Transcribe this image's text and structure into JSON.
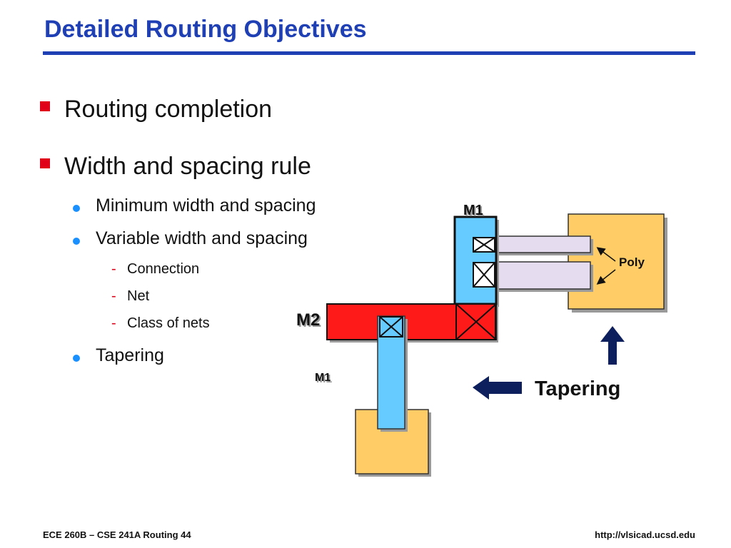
{
  "slide": {
    "title": "Detailed Routing Objectives",
    "bullets": [
      "Routing completion",
      "Width and spacing rule"
    ],
    "sub_bullets": [
      "Minimum width and spacing",
      "Variable width and spacing",
      "Tapering"
    ],
    "sub_sub_bullets": [
      "Connection",
      "Net",
      "Class of nets"
    ],
    "sub_sub_marker": "-"
  },
  "diagram": {
    "labels": {
      "m1_top": "M1",
      "m2": "M2",
      "m1_bottom": "M1",
      "poly": "Poly",
      "tapering": "Tapering"
    },
    "colors": {
      "metal1": "#66ccff",
      "metal2": "#ff1a1a",
      "poly_pad": "#ffcc66",
      "poly_wire": "#e6dcf0",
      "arrow": "#0d1f5c"
    }
  },
  "footer": {
    "left": "ECE 260B – CSE 241A Routing 44",
    "right": "http://vlsicad.ucsd.edu"
  }
}
